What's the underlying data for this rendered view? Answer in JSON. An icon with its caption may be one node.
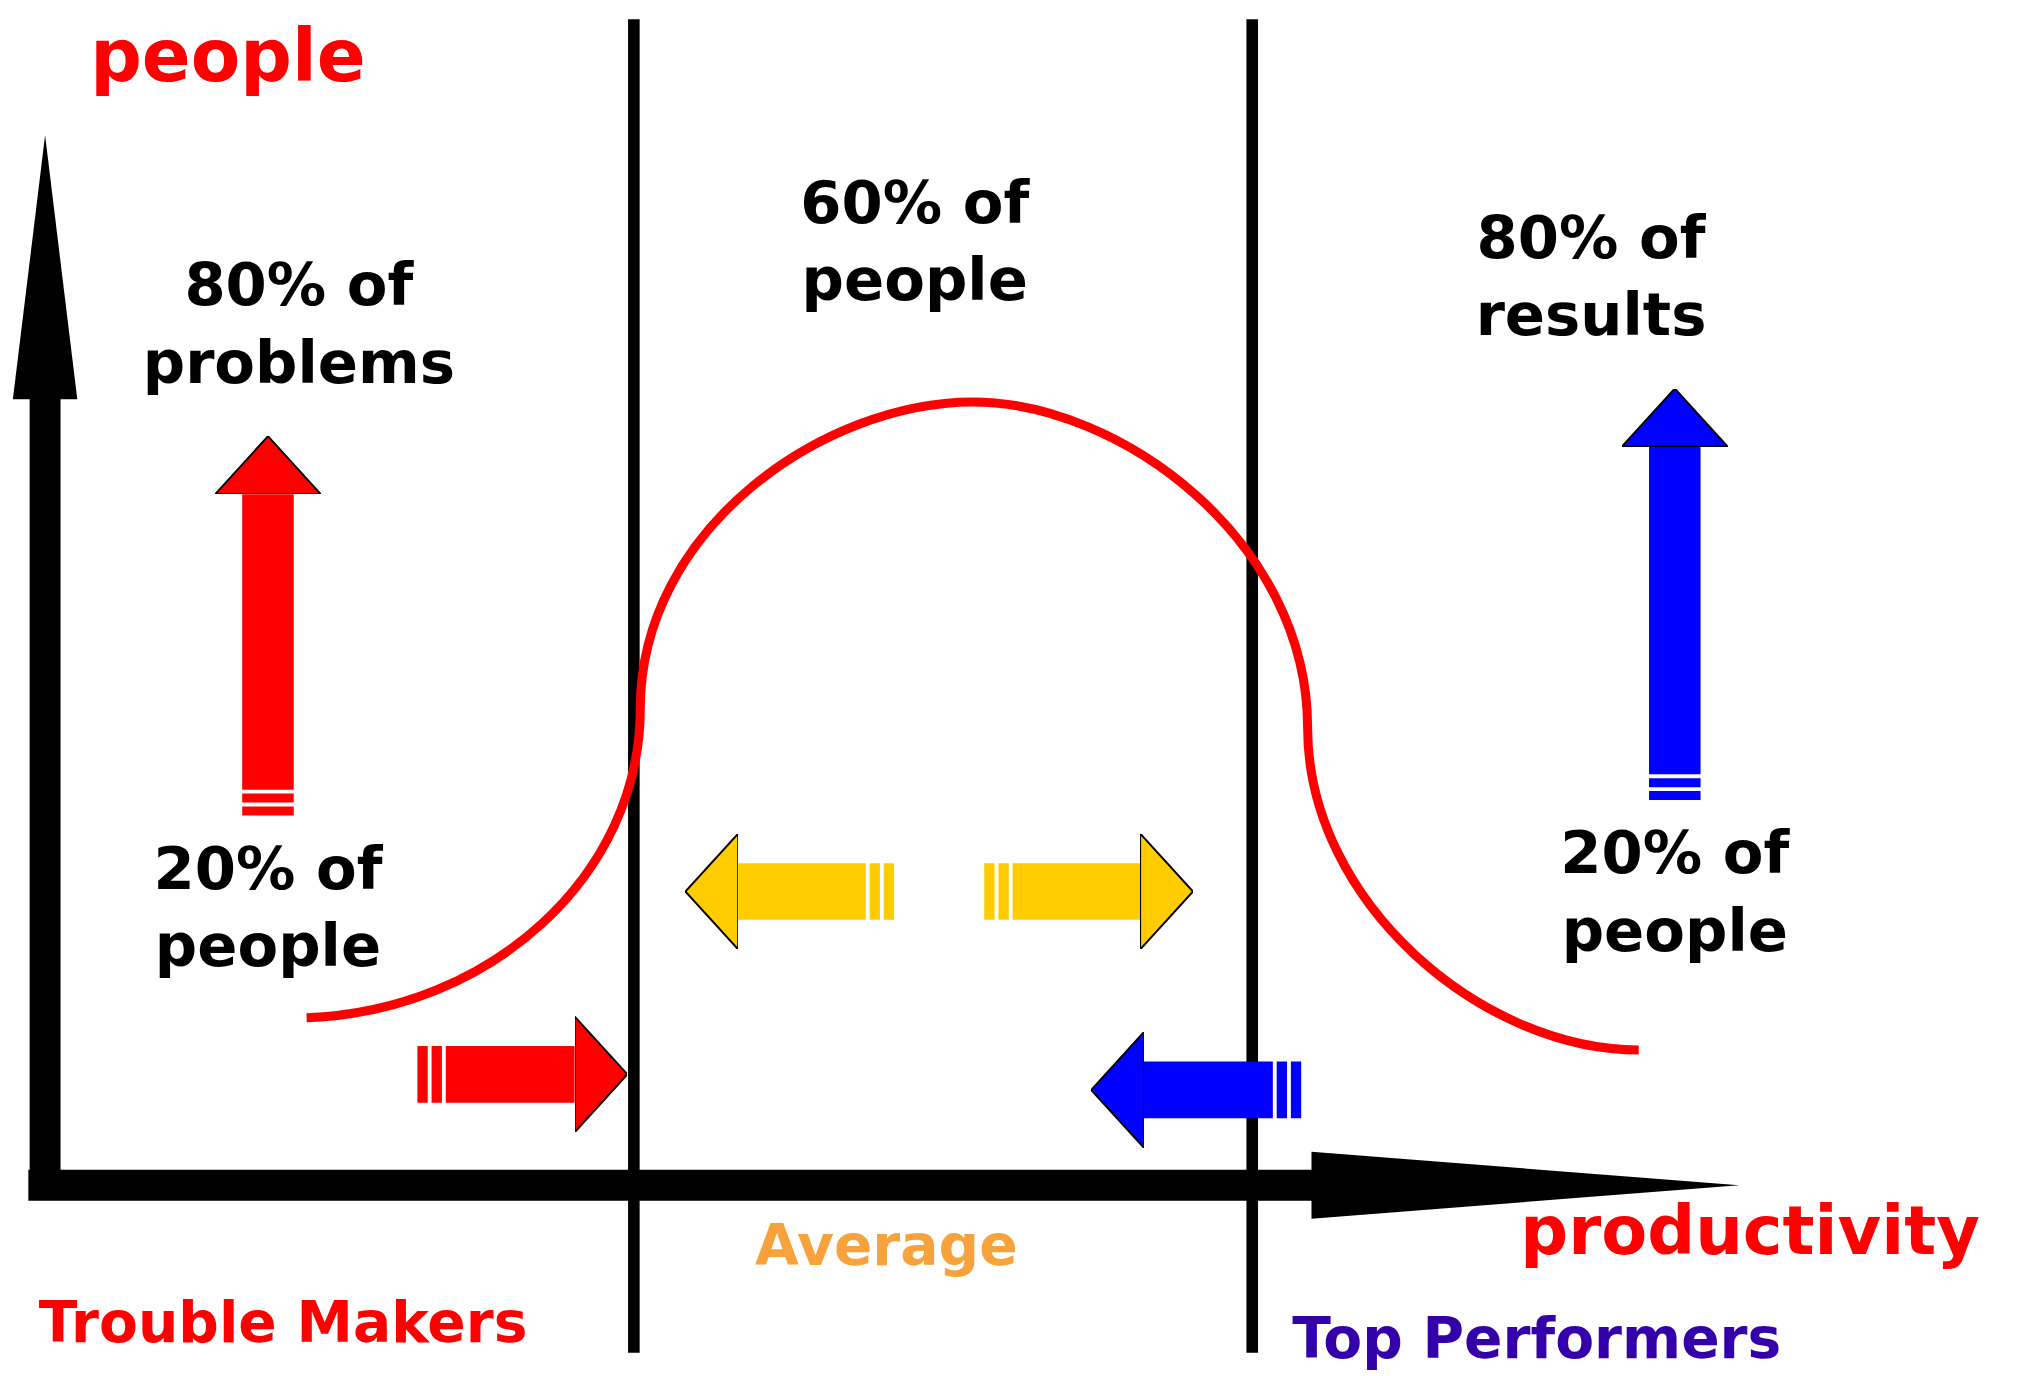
{
  "diagram": {
    "nodes": [
      {
        "text": [
          "80% of problems"
        ]
      },
      {
        "text": [
          "20% of people"
        ]
      },
      {
        "text": [
          "80% of results"
        ]
      },
      {
        "text": [
          "20% of people"
        ]
      }
    ],
    "edges": [
      {
        "from": 1,
        "to": 0,
        "arrow": "to",
        "color": "#ff0000"
      },
      {
        "from": 3,
        "to": 2,
        "arrow": "to",
        "color": "#0000ff"
      }
    ],
    "labels": [
      "people",
      "60% of people",
      "productivity",
      "Average",
      "Trouble Makers",
      "Top Performers"
    ]
  }
}
